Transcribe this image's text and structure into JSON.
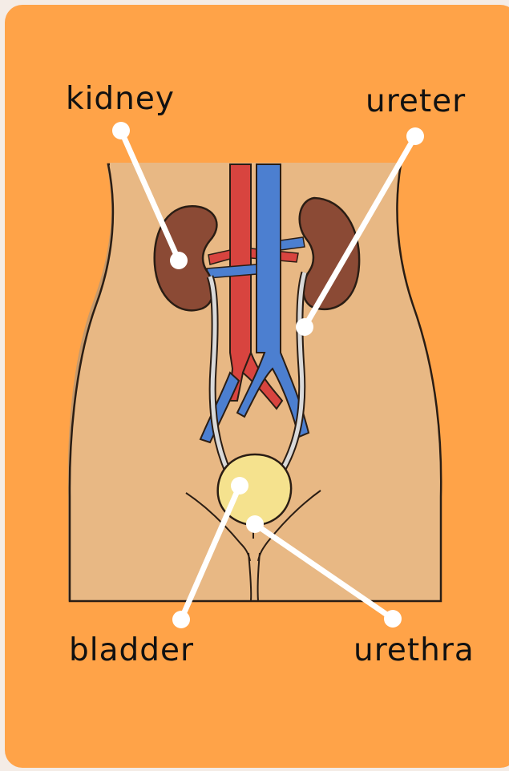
{
  "labels": {
    "kidney": "kidney",
    "ureter": "ureter",
    "bladder": "bladder",
    "urethra": "urethra"
  },
  "colors": {
    "card_background": "#FFA348",
    "skin": "#E8B884",
    "kidney": "#8B4A35",
    "artery": "#D8443F",
    "vein": "#4C7FD0",
    "ureter": "#D9D9D9",
    "bladder": "#F5E28E",
    "leader_line": "#FFFFFF"
  }
}
